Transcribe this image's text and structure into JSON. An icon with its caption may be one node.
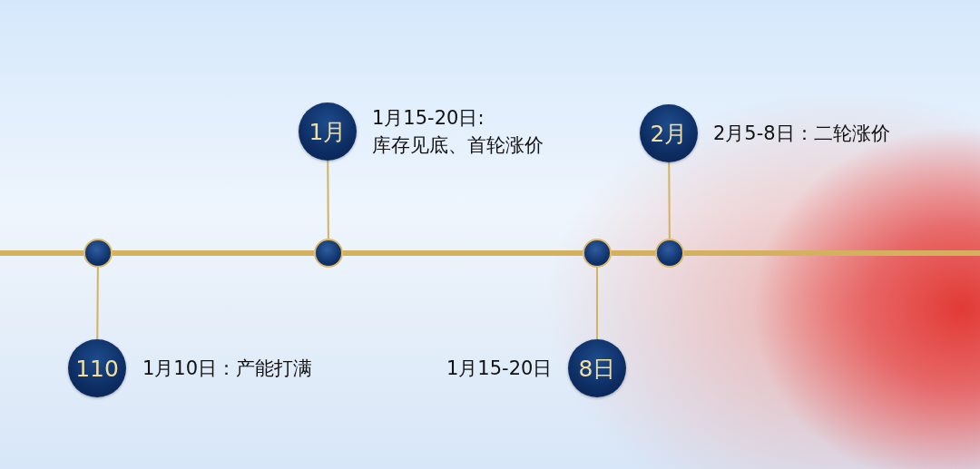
{
  "diagram": {
    "nodes": [
      {
        "text": [
          "1月"
        ],
        "beside": [
          "1月15-20日:库存见底、首轮涨价"
        ]
      },
      {
        "text": [
          "2月"
        ],
        "beside": [
          "2月5-8日：二轮涨价"
        ]
      },
      {
        "text": [],
        "shape": "circle"
      },
      {
        "text": [],
        "shape": "circle"
      },
      {
        "text": [],
        "shape": "circle"
      },
      {
        "text": [],
        "shape": "circle"
      },
      {
        "text": [
          "110"
        ],
        "beside": [
          "1月10日：产能打满"
        ]
      },
      {
        "text": [
          "8日"
        ],
        "beside": [
          "1月15-20日"
        ]
      }
    ],
    "edges": [
      {
        "from": 2,
        "to": 3,
        "arrow": "none",
        "style": "thick"
      },
      {
        "from": 3,
        "to": 4,
        "arrow": "none",
        "style": "thick"
      },
      {
        "from": 4,
        "to": 5,
        "arrow": "none",
        "style": "thick"
      },
      {
        "from": 3,
        "to": 0,
        "arrow": "none"
      },
      {
        "from": 5,
        "to": 1,
        "arrow": "none"
      },
      {
        "from": 2,
        "to": 6,
        "arrow": "none"
      },
      {
        "from": 4,
        "to": 7,
        "arrow": "none"
      }
    ]
  }
}
